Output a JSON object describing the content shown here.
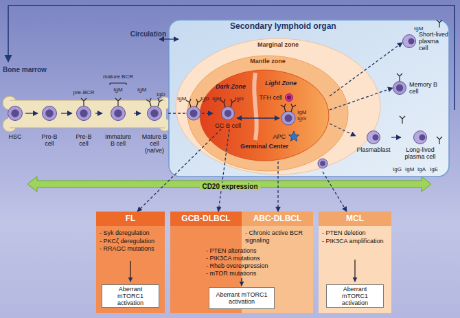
{
  "diagram": {
    "nodes": [
      {
        "text": [
          "Secondary lymphoid organ"
        ]
      },
      {
        "text": [
          "Marginal zone"
        ],
        "in": 0
      },
      {
        "text": [
          "Mantle zone"
        ],
        "in": 1
      },
      {
        "text": [
          "Dark Zone",
          "Light Zone",
          "Germinal Center"
        ],
        "in": 2
      },
      {
        "text": [
          "HSC"
        ]
      },
      {
        "text": [
          "Pro-B cell"
        ]
      },
      {
        "text": [
          "Pre-B cell"
        ]
      },
      {
        "text": [
          "Immature B cell"
        ]
      },
      {
        "text": [
          "Mature B cell (naïve)"
        ]
      },
      {
        "text": [
          "GC B cell"
        ],
        "in": 3
      },
      {
        "text": [
          "TFH cell"
        ],
        "in": 3
      },
      {
        "text": [
          "APC"
        ],
        "in": 3
      },
      {
        "text": [
          "Short-lived plasma cell"
        ],
        "in": 0
      },
      {
        "text": [
          "Memory B cell"
        ],
        "in": 0
      },
      {
        "text": [
          "Plasmablast"
        ],
        "in": 0
      },
      {
        "text": [
          "Long-lived plasma cell"
        ],
        "in": 0
      },
      {
        "text": [
          "FL",
          "- Syk deregulation",
          "- PKCζ deregulation",
          "- RRAGC mutations"
        ]
      },
      {
        "text": [
          "Aberrant mTORC1 activation"
        ],
        "in": 16
      },
      {
        "text": [
          "GCB-DLBCL"
        ]
      },
      {
        "text": [
          "ABC-DLBCL",
          "- Chronic active BCR signaling"
        ]
      },
      {
        "text": [
          "Aberrant mTORC1 activation"
        ]
      },
      {
        "text": [
          "MCL",
          "- PTEN deletion",
          "- PIK3CA amplification"
        ]
      },
      {
        "text": [
          "Aberrant mTORC1 activation"
        ],
        "in": 21
      }
    ],
    "edges": [
      {
        "from": 4,
        "to": 5,
        "arrow": "to"
      },
      {
        "from": 5,
        "to": 6,
        "arrow": "to"
      },
      {
        "from": 6,
        "to": 7,
        "arrow": "to"
      },
      {
        "from": 7,
        "to": 8,
        "arrow": "to"
      },
      {
        "from": 8,
        "to": 9,
        "arrow": "to"
      },
      {
        "from": 3,
        "to": 12,
        "arrow": "to"
      },
      {
        "from": 3,
        "to": 13,
        "arrow": "to"
      },
      {
        "from": 3,
        "to": 14,
        "arrow": "to"
      },
      {
        "from": 14,
        "to": 15,
        "arrow": "to"
      },
      {
        "from": 9,
        "to": 16,
        "arrow": "to"
      },
      {
        "from": 9,
        "to": 18,
        "arrow": "to"
      },
      {
        "from": 3,
        "to": 19,
        "arrow": "to"
      },
      {
        "from": 2,
        "to": 21,
        "arrow": "to"
      }
    ],
    "labels": [
      "Bone marrow",
      "pre-BCR",
      "mature BCR",
      "IgM",
      "IgM",
      "IgD",
      "Circulation",
      "IgM",
      "IgD",
      "IgM",
      "IgG",
      "IgM",
      "IgG",
      "IgM",
      "IgG",
      "IgM",
      "IgA",
      "IgE",
      "CD20 expression",
      "- PTEN alterations",
      "- PIK3CA mutations",
      "- Rheb overexpression",
      "- mTOR mutations"
    ]
  }
}
